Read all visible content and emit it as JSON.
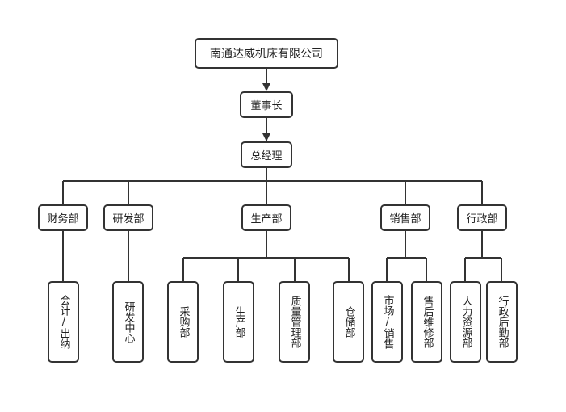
{
  "org": {
    "company": "南通达威机床有限公司",
    "chairman": "董事长",
    "general_manager": "总经理",
    "departments": {
      "finance": "财务部",
      "rnd": "研发部",
      "production": "生产部",
      "sales": "销售部",
      "admin": "行政部"
    },
    "units": {
      "accounting": "会计/出纳",
      "rnd_center": "研发中心",
      "purchasing": "采购部",
      "production_dept": "生产部",
      "quality": "质量管理部",
      "warehouse": "仓储部",
      "marketing_sales": "市场/销售",
      "after_sales": "售后维修部",
      "hr": "人力资源部",
      "admin_logistics": "行政后勤部"
    }
  }
}
